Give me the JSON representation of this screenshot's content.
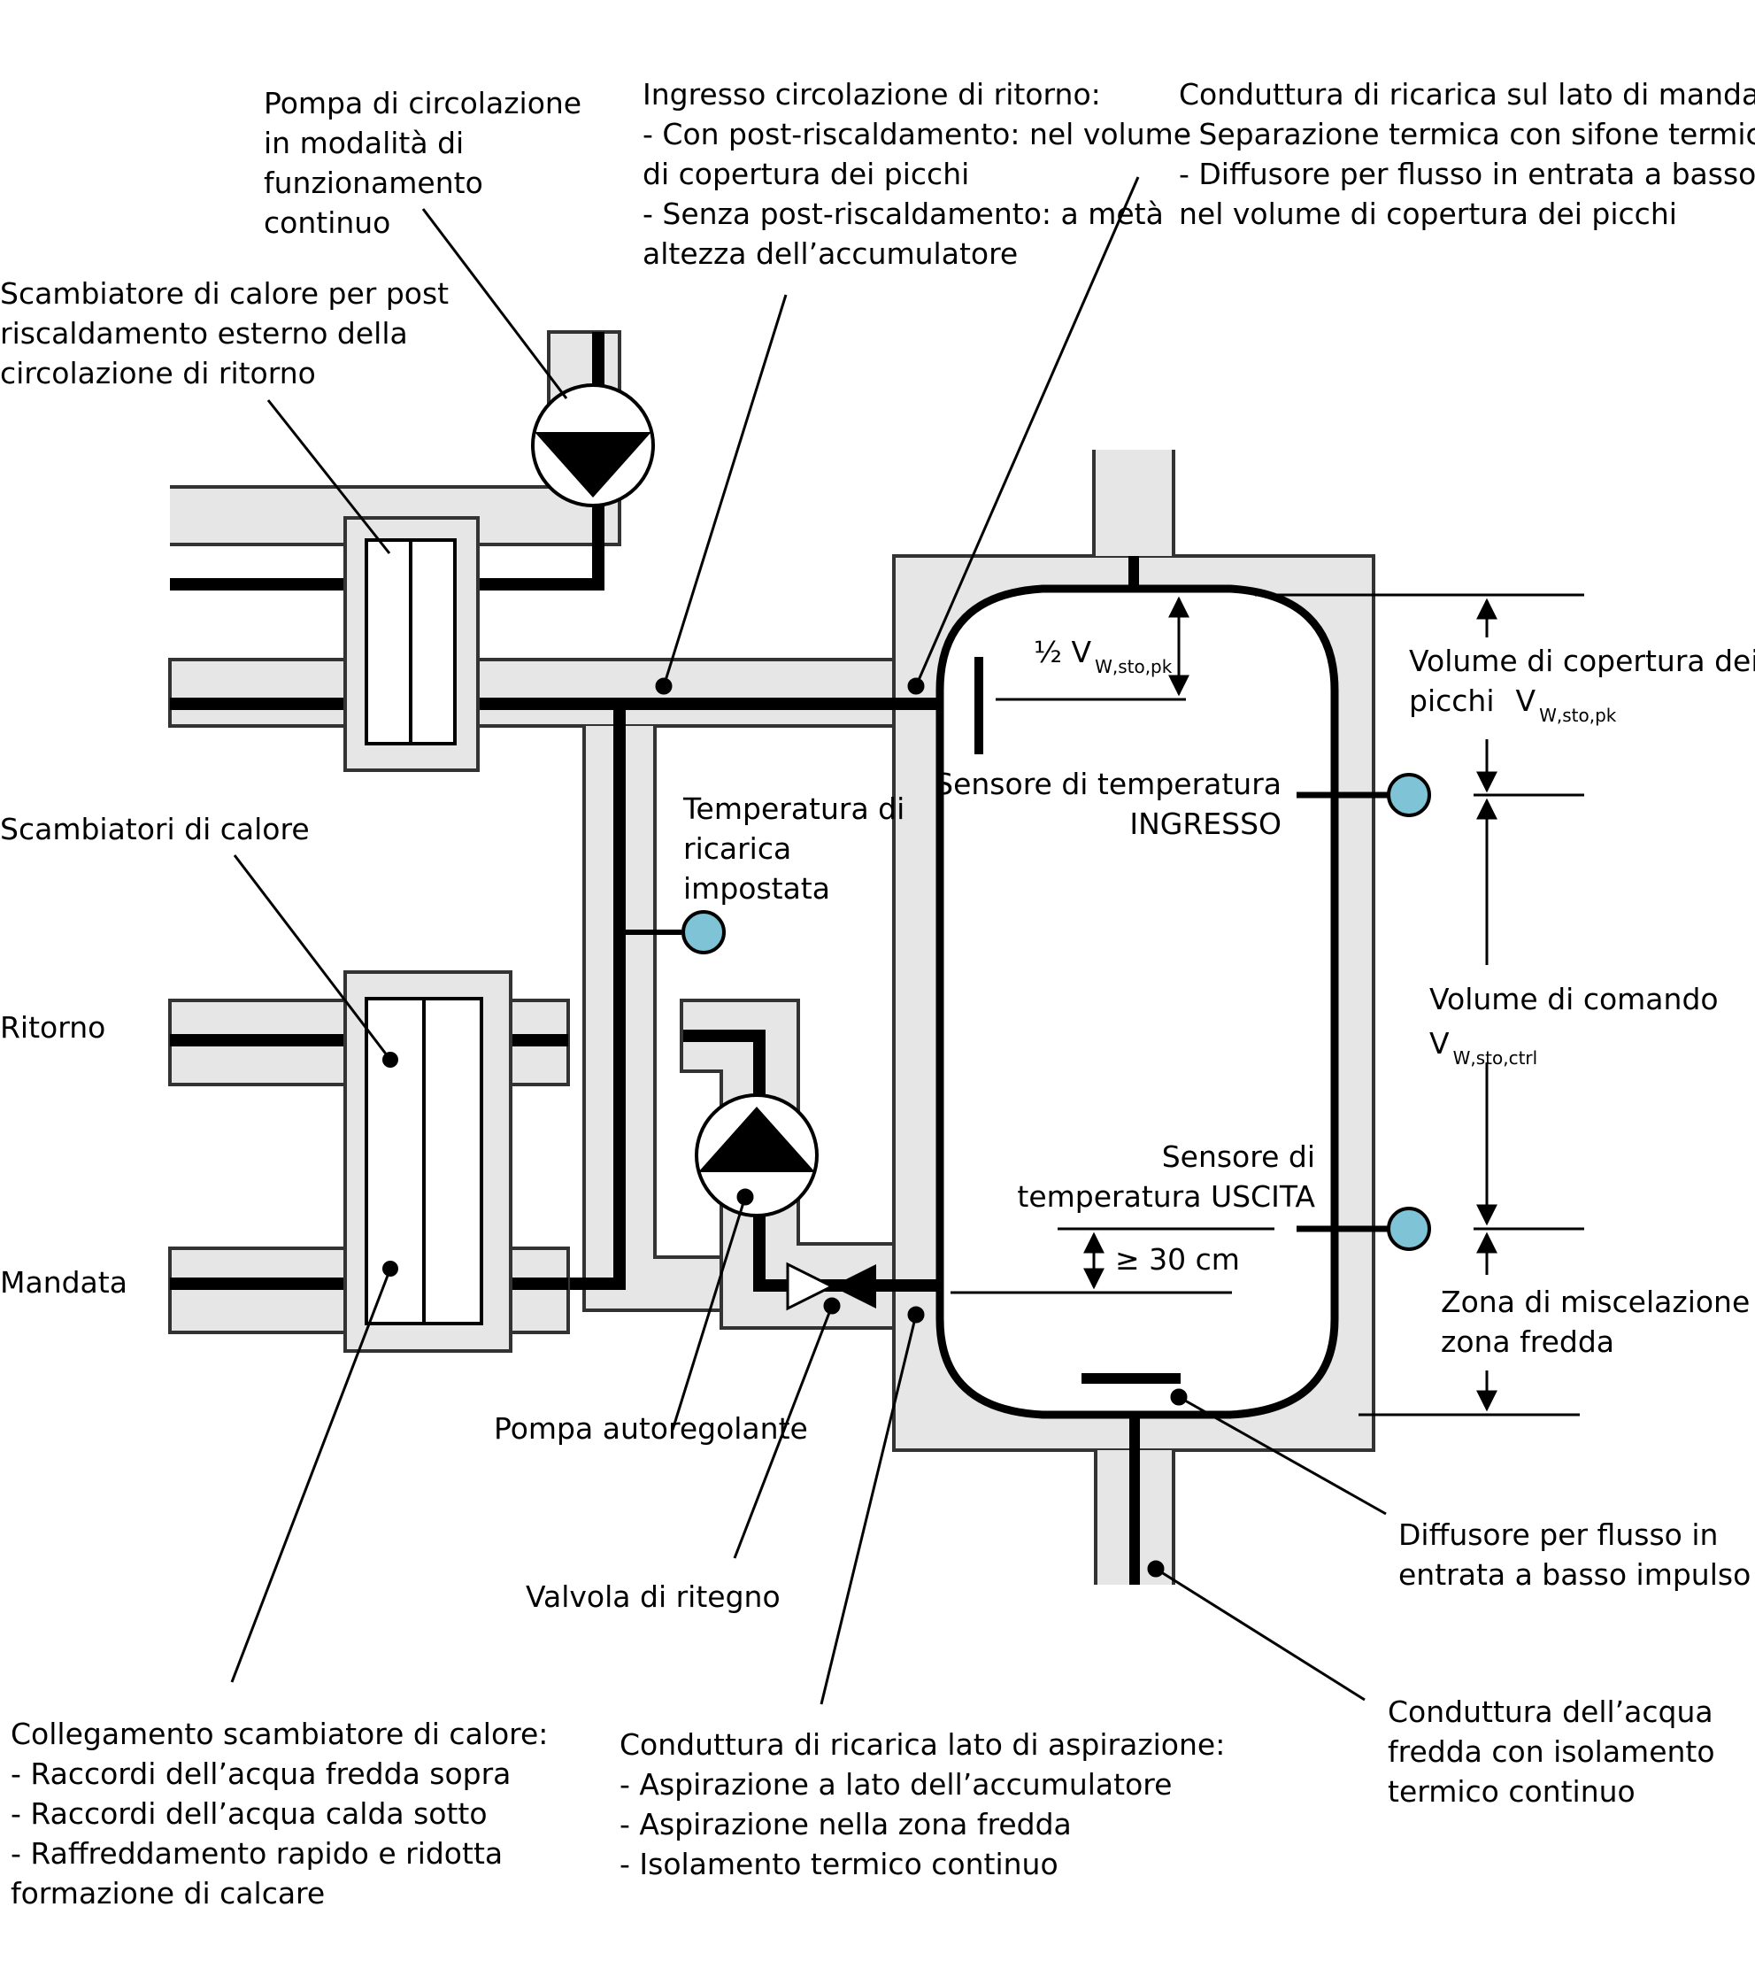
{
  "colors": {
    "insulation": "#e6e6e6",
    "pipe": "#000000",
    "sensor": "#7ec3d6",
    "background": "#ffffff"
  },
  "labels": {
    "pump_circ": [
      "Pompa di circolazione",
      "in modalità di",
      "funzionamento",
      "continuo"
    ],
    "return_inlet": [
      "Ingresso circolazione di ritorno:",
      "- Con post-riscaldamento: nel volume",
      "di copertura dei picchi",
      "- Senza post-riscaldamento: a metà",
      "altezza dell’accumulatore"
    ],
    "charge_supply": [
      "Conduttura di ricarica sul lato di mandata:",
      "- Separazione termica con sifone termico",
      "- Diffusore per flusso in entrata a basso impulso",
      "nel volume di copertura dei picchi"
    ],
    "hx_post": [
      "Scambiatore di calore per post",
      "riscaldamento esterno della",
      "circolazione di ritorno"
    ],
    "heat_exchangers": "Scambiatori di calore",
    "return": "Ritorno",
    "supply": "Mandata",
    "charge_temp": [
      "Temperatura di",
      "ricarica",
      "impostata"
    ],
    "half_v_prefix": "½ V",
    "half_v_sub": "W,sto,pk",
    "peak_volume_line1": "Volume di copertura dei",
    "peak_volume_line2": "picchi",
    "peak_volume_symbol": "V",
    "peak_volume_sub": "W,sto,pk",
    "sensor_in": [
      "Sensore di temperatura",
      "INGRESSO"
    ],
    "control_volume_line1": "Volume di comando",
    "control_volume_symbol": "V",
    "control_volume_sub": "W,sto,ctrl",
    "sensor_out": [
      "Sensore di",
      "temperatura USCITA"
    ],
    "min_distance": "≥ 30 cm",
    "mixing_zone": [
      "Zona di miscelazione /",
      "zona fredda"
    ],
    "self_reg_pump": "Pompa autoregolante",
    "check_valve": "Valvola di ritegno",
    "diffuser": [
      "Diffusore per flusso in",
      "entrata a basso impulso"
    ],
    "cold_water_pipe": [
      "Conduttura dell’acqua",
      "fredda con isolamento",
      "termico continuo"
    ],
    "hx_connection": [
      "Collegamento scambiatore di calore:",
      "- Raccordi dell’acqua fredda sopra",
      "- Raccordi dell’acqua calda sotto",
      "- Raffreddamento rapido e ridotta",
      "formazione di calcare"
    ],
    "suction_charge": [
      "Conduttura di ricarica lato di aspirazione:",
      "- Aspirazione a lato dell’accumulatore",
      "- Aspirazione nella zona fredda",
      "- Isolamento termico continuo"
    ]
  }
}
